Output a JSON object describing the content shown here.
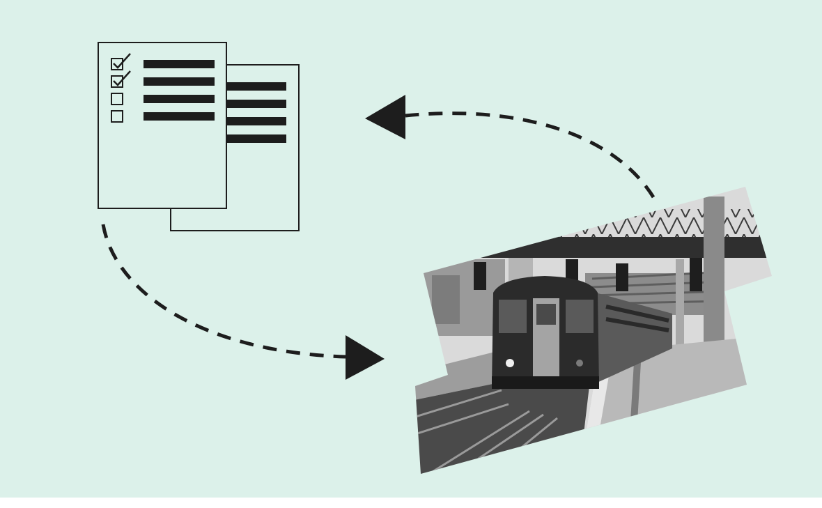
{
  "colors": {
    "background": "#dcf1ea",
    "ink": "#1d1d1d",
    "paper": "#dcf1ea",
    "photo_sky": "#d9d9d9",
    "photo_dark": "#2a2a2a",
    "photo_mid": "#6e6e6e",
    "photo_light": "#a9a9a9"
  },
  "diagram": {
    "nodes": [
      {
        "id": "checklist-documents",
        "icon": "checklist-document-icon"
      },
      {
        "id": "train-photo",
        "icon": "train-photo-image"
      }
    ],
    "edges": [
      {
        "from": "checklist-documents",
        "to": "train-photo",
        "style": "dashed"
      },
      {
        "from": "train-photo",
        "to": "checklist-documents",
        "style": "dashed"
      }
    ],
    "checklist": {
      "items": [
        {
          "checked": true
        },
        {
          "checked": true
        },
        {
          "checked": false
        },
        {
          "checked": false
        }
      ]
    }
  }
}
